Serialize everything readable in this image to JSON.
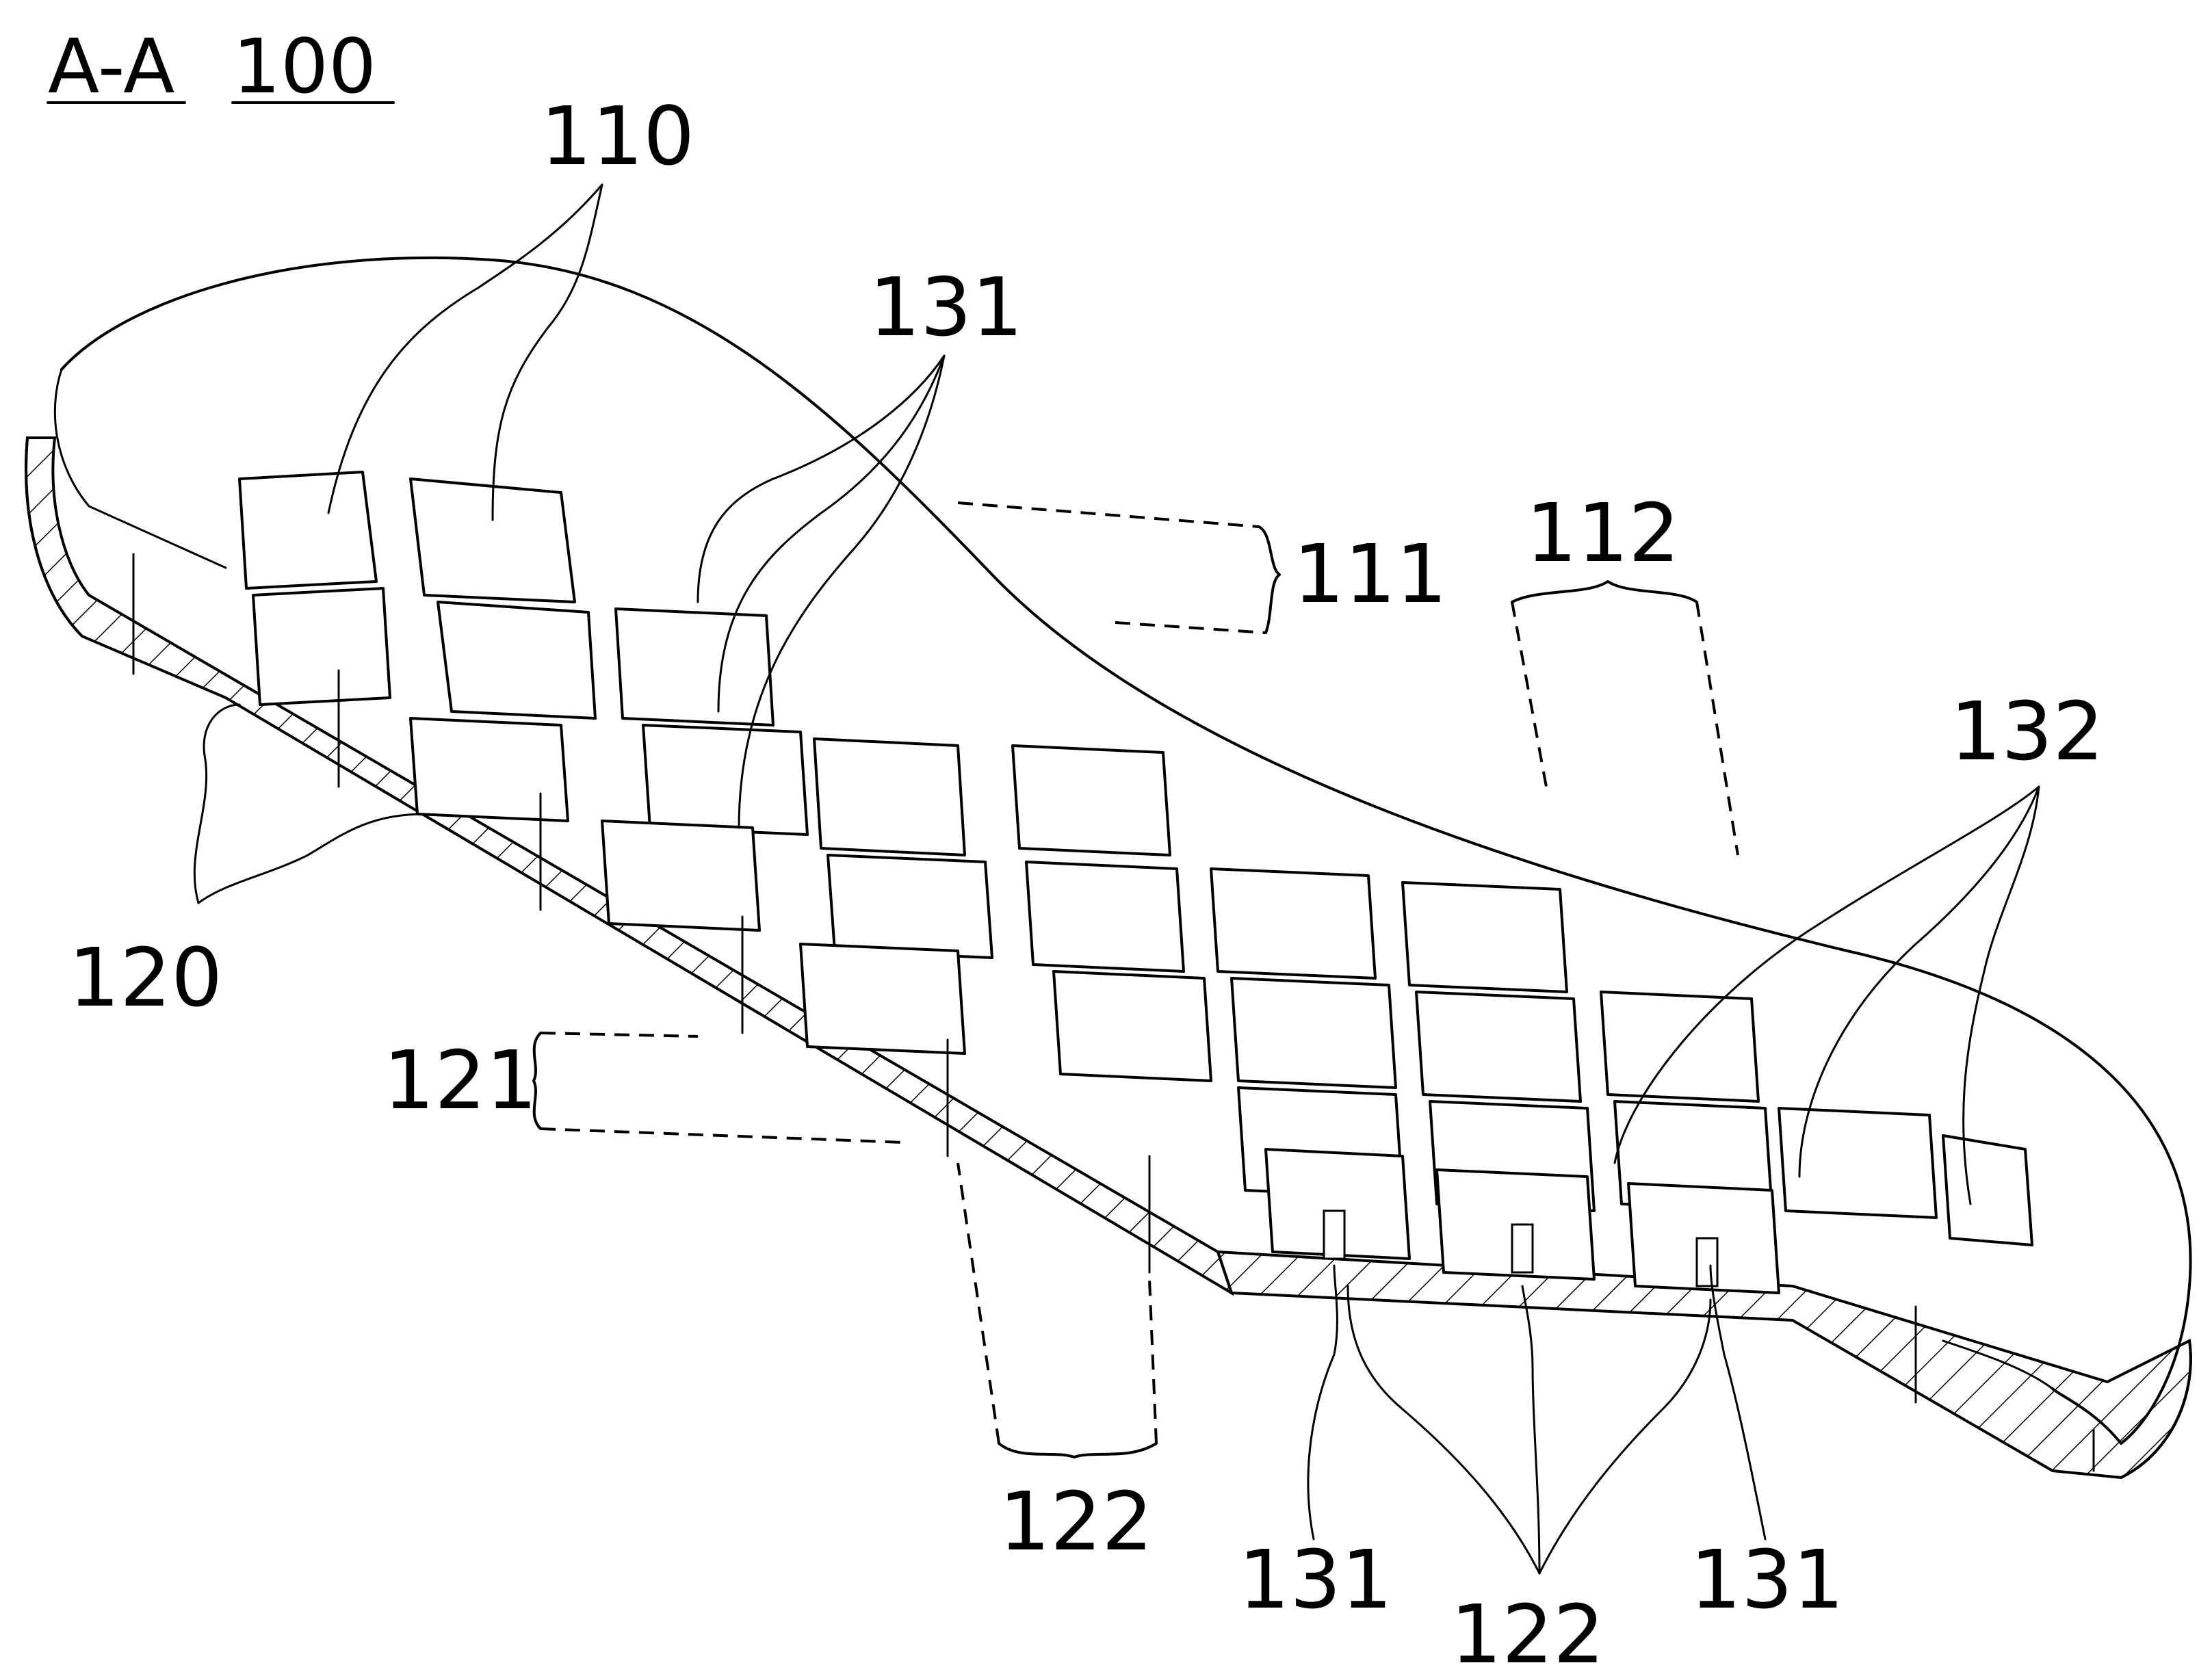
{
  "figure": {
    "section_label": "A-A",
    "part_label": "100"
  },
  "labels": {
    "l110": "110",
    "l131_top": "131",
    "l111": "111",
    "l112": "112",
    "l132": "132",
    "l120": "120",
    "l121": "121",
    "l122_left": "122",
    "l131_bottom_left": "131",
    "l122_bottom": "122",
    "l131_bottom_right": "131"
  }
}
